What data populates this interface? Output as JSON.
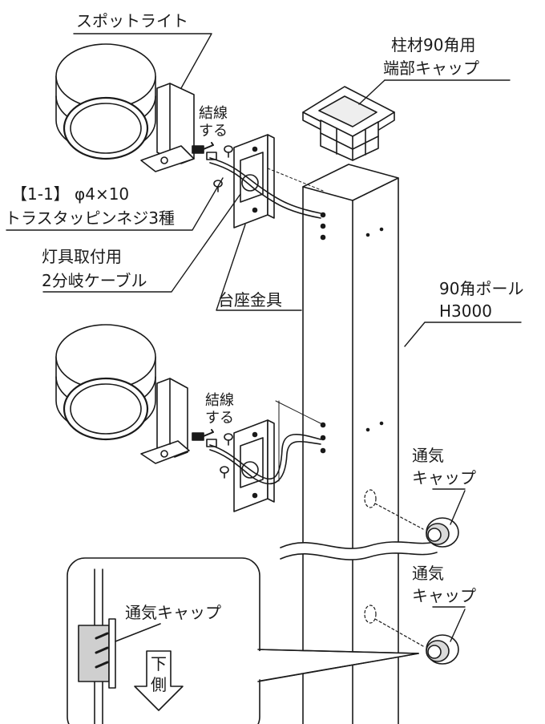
{
  "labels": {
    "spotlight": "スポットライト",
    "end_cap_line1": "柱材90角用",
    "end_cap_line2": "端部キャップ",
    "wiring_top_line1": "結線",
    "wiring_top_line2": "する",
    "screw_line1": "【1-1】 φ4×10",
    "screw_line2": "トラスタッピンネジ3種",
    "cable_line1": "灯具取付用",
    "cable_line2": "2分岐ケーブル",
    "base_bracket": "台座金具",
    "pole_line1": "90角ポール",
    "pole_line2": "H3000",
    "wiring_bottom_line1": "結線",
    "wiring_bottom_line2": "する",
    "vent_cap_upper_line1": "通気",
    "vent_cap_upper_line2": "キャップ",
    "vent_cap_lower_line1": "通気",
    "vent_cap_lower_line2": "キャップ",
    "detail_vent_cap": "通気キャップ",
    "detail_down_char1": "下",
    "detail_down_char2": "側"
  },
  "colors": {
    "line": "#1a1a1a",
    "cap_fill": "#d9d9d9",
    "detail_fill": "#cfcfcf"
  }
}
